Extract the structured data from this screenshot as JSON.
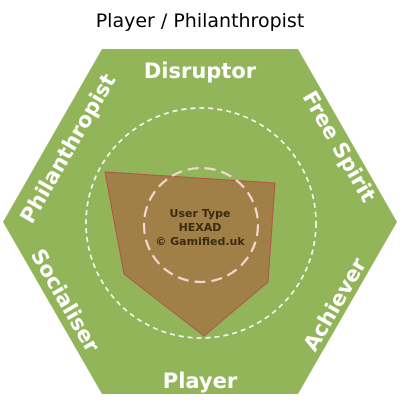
{
  "title": "Player / Philanthropist",
  "hexad": {
    "center_lines": [
      "User Type",
      "HEXAD",
      "© Gamified.uk"
    ],
    "types": [
      {
        "id": "disruptor",
        "label": "Disruptor"
      },
      {
        "id": "free-spirit",
        "label": "Free Spirit"
      },
      {
        "id": "achiever",
        "label": "Achiever"
      },
      {
        "id": "player",
        "label": "Player"
      },
      {
        "id": "socialiser",
        "label": "Socialiser"
      },
      {
        "id": "philanthropist",
        "label": "Philanthropist"
      }
    ]
  },
  "colors": {
    "hexagon_fill": "#93B55A",
    "profile_fill": "#A08047",
    "profile_stroke": "#B2534A",
    "guide_ring": "#FFFFFF",
    "inner_ring": "#F3D7D4",
    "center_text": "#3A2A12"
  }
}
